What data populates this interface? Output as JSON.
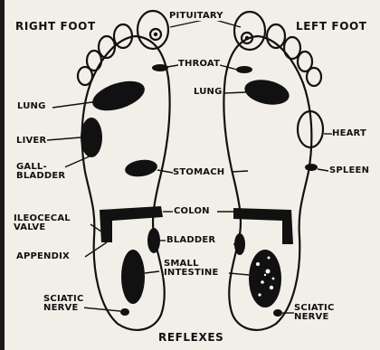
{
  "titles": {
    "right_foot": "RIGHT FOOT",
    "left_foot": "LEFT FOOT",
    "footer": "REFLEXES"
  },
  "labels": {
    "pituitary": "PITUITARY",
    "throat": "THROAT",
    "lung_left": "LUNG",
    "lung_right": "LUNG",
    "heart": "HEART",
    "liver": "LIVER",
    "gallbladder": "GALL-\nBLADDER",
    "stomach": "STOMACH",
    "spleen": "SPLEEN",
    "colon": "COLON",
    "ileocecal_valve": "ILEOCECAL\nVALVE",
    "bladder": "BLADDER",
    "appendix": "APPENDIX",
    "small_intestine": "SMALL\nINTESTINE",
    "sciatic_left": "SCIATIC\nNERVE",
    "sciatic_right": "SCIATIC\nNERVE"
  },
  "colors": {
    "ink": "#111111",
    "paper": "#f1efe8"
  }
}
